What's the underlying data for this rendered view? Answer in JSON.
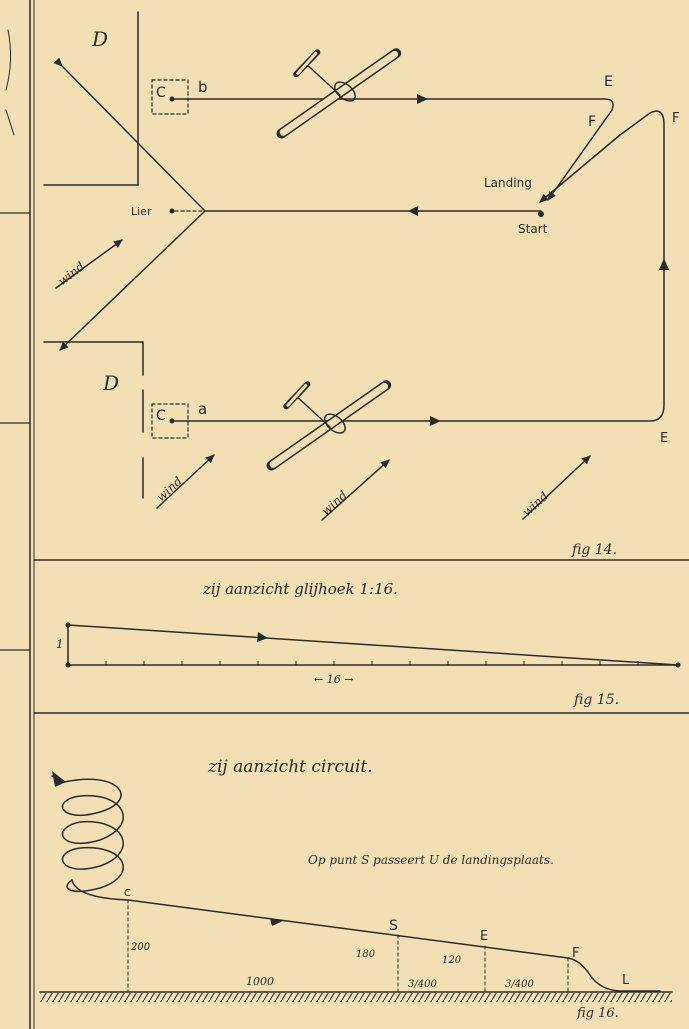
{
  "palette": {
    "paper": "#f3dfb4",
    "ink": "#2b2b2b"
  },
  "fig14": {
    "caption": "fig 14.",
    "letter_D_top": "D",
    "letter_D_bottom": "D",
    "letter_C_top": "C",
    "letter_C_bottom": "C",
    "label_b": "b",
    "label_a": "a",
    "label_E_top": "E",
    "label_F_inner": "F",
    "label_F_outer": "F",
    "label_E_bottom": "E",
    "landing": "Landing",
    "start": "Start",
    "lier": "Lier",
    "wind": "wind"
  },
  "fig15": {
    "caption": "fig 15.",
    "title": "zij aanzicht glijhoek 1:16.",
    "height_label": "1",
    "length_label": "← 16 →"
  },
  "fig16": {
    "caption": "fig 16.",
    "title": "zij aanzicht circuit.",
    "note": "Op punt S passeert U de landingsplaats.",
    "point_C": "C",
    "point_S": "S",
    "point_E": "E",
    "point_F": "F",
    "point_L": "L",
    "height_200": "200",
    "height_180": "180",
    "height_120": "120",
    "dist_1000": "1000",
    "dist_s1": "3/400",
    "dist_s2": "3/400"
  }
}
